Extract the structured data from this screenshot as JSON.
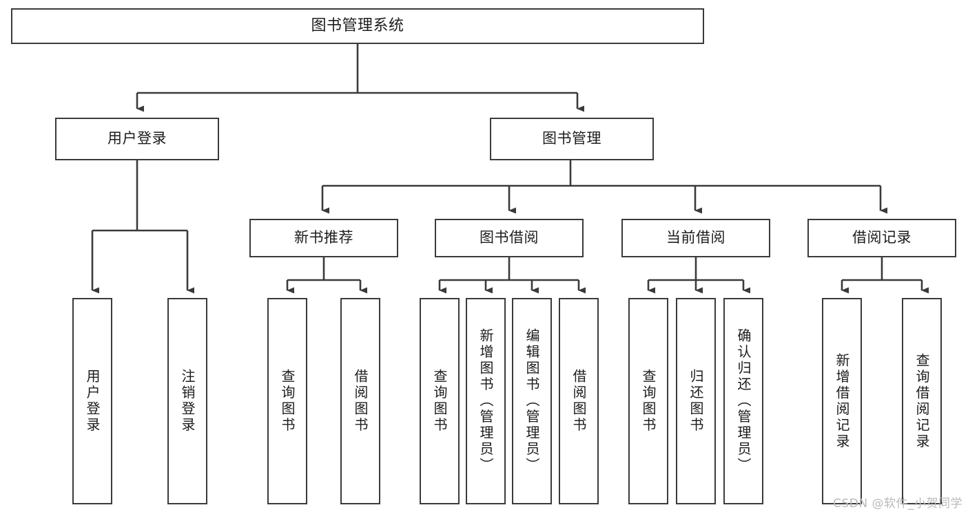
{
  "diagram": {
    "type": "tree-hierarchy",
    "title": "图书管理系统",
    "watermark": "CSDN @软件_小贺同学",
    "colors": {
      "box_border": "#3a3a3a",
      "box_fill": "#ffffff",
      "line": "#3a3a3a",
      "text": "#1c1c1c",
      "watermark": "#b9b9b9"
    },
    "root": {
      "label": "图书管理系统"
    },
    "level2": [
      {
        "label": "用户登录"
      },
      {
        "label": "图书管理"
      }
    ],
    "level3": [
      {
        "label": "新书推荐"
      },
      {
        "label": "图书借阅"
      },
      {
        "label": "当前借阅"
      },
      {
        "label": "借阅记录"
      }
    ],
    "leaves": {
      "user_login": [
        {
          "label": "用户登录"
        },
        {
          "label": "注销登录"
        }
      ],
      "new_book": [
        {
          "label": "查询图书"
        },
        {
          "label": "借阅图书"
        }
      ],
      "book_borrow": [
        {
          "label": "查询图书"
        },
        {
          "label": "新增图书（管理员）"
        },
        {
          "label": "编辑图书（管理员）"
        },
        {
          "label": "借阅图书"
        }
      ],
      "current_borrow": [
        {
          "label": "查询图书"
        },
        {
          "label": "归还图书"
        },
        {
          "label": "确认归还（管理员）"
        }
      ],
      "borrow_record": [
        {
          "label": "新增借阅记录"
        },
        {
          "label": "查询借阅记录"
        }
      ]
    }
  }
}
